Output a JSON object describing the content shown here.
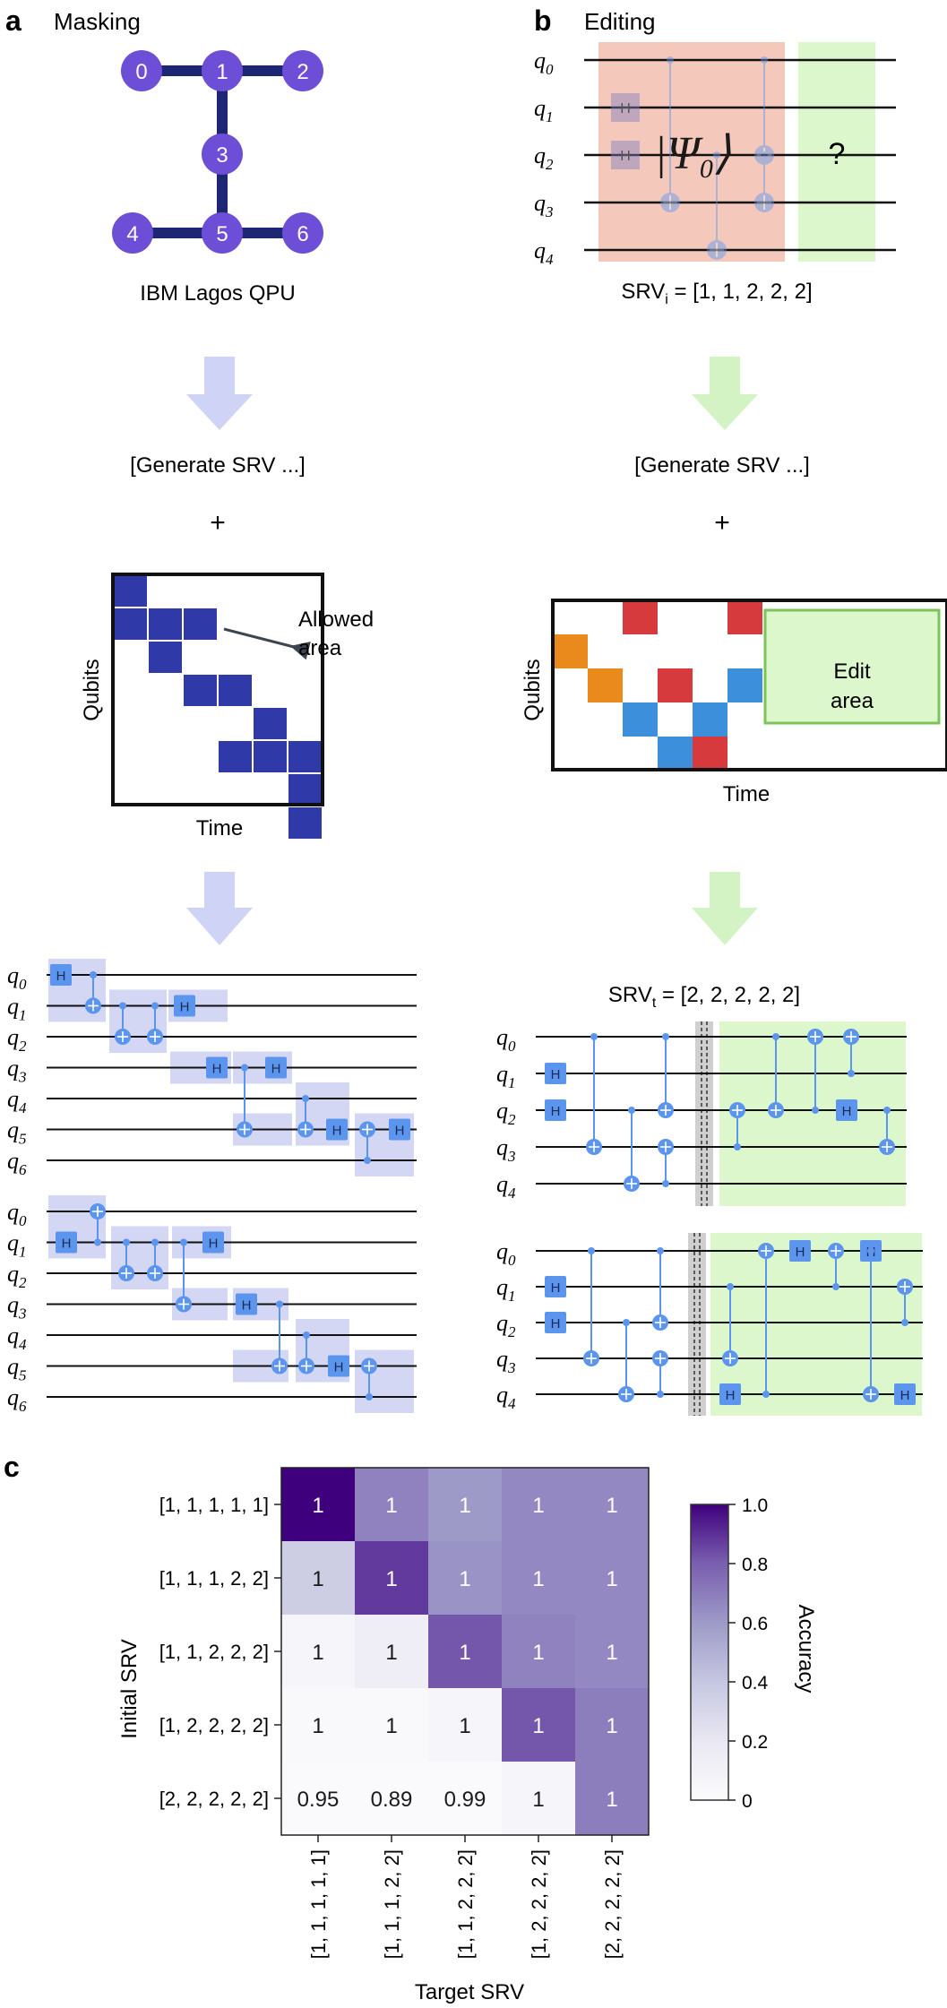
{
  "panel_a": {
    "letter": "a",
    "title": "Masking",
    "qpu_label": "IBM Lagos QPU",
    "qpu_nodes": [
      "0",
      "1",
      "2",
      "3",
      "4",
      "5",
      "6"
    ],
    "generate_label": "[Generate SRV ...]",
    "plus": "+",
    "mask_ylabel": "Qubits",
    "mask_xlabel": "Time",
    "allowed_area_label_line1": "Allowed",
    "allowed_area_label_line2": "area",
    "qubit_labels": [
      "0",
      "1",
      "2",
      "3",
      "4",
      "5",
      "6"
    ],
    "gate_h": "H"
  },
  "panel_b": {
    "letter": "b",
    "title": "Editing",
    "qubit_labels": [
      "0",
      "1",
      "2",
      "3",
      "4"
    ],
    "psi_label": "|Ψ0⟩",
    "question": "?",
    "srv_i_label": "SRVi = [1, 1, 2, 2, 2]",
    "srv_i_prefix": "SRV",
    "srv_i_sub": "i",
    "srv_i_value": " = [1, 1, 2, 2, 2]",
    "generate_label": "[Generate SRV ...]",
    "plus": "+",
    "mask_ylabel": "Qubits",
    "mask_xlabel": "Time",
    "edit_area_line1": "Edit",
    "edit_area_line2": "area",
    "srv_t_prefix": "SRV",
    "srv_t_sub": "t",
    "srv_t_value": " = [2, 2, 2, 2, 2]",
    "gate_h": "H"
  },
  "panel_c": {
    "letter": "c",
    "chart_data": {
      "type": "heatmap",
      "ylabel": "Initial SRV",
      "xlabel": "Target SRV",
      "colorbar_label": "Accuracy",
      "colorbar_ticks": [
        "0",
        "0.2",
        "0.4",
        "0.6",
        "0.8",
        "1.0"
      ],
      "rows": [
        "[1, 1, 1, 1, 1]",
        "[1, 1, 1, 2, 2]",
        "[1, 1, 2, 2, 2]",
        "[1, 2, 2, 2, 2]",
        "[2, 2, 2, 2, 2]"
      ],
      "cols": [
        "[1, 1, 1, 1, 1]",
        "[1, 1, 1, 2, 2]",
        "[1, 1, 2, 2, 2]",
        "[1, 2, 2, 2, 2]",
        "[2, 2, 2, 2, 2]"
      ],
      "cell_labels": [
        [
          "1",
          "1",
          "1",
          "1",
          "1"
        ],
        [
          "1",
          "1",
          "1",
          "1",
          "1"
        ],
        [
          "1",
          "1",
          "1",
          "1",
          "1"
        ],
        [
          "1",
          "1",
          "1",
          "1",
          "1"
        ],
        [
          "0.95",
          "0.89",
          "0.99",
          "1",
          "1"
        ]
      ],
      "color_values": [
        [
          1.0,
          0.68,
          0.6,
          0.66,
          0.66
        ],
        [
          0.36,
          0.88,
          0.62,
          0.66,
          0.66
        ],
        [
          0.06,
          0.14,
          0.82,
          0.68,
          0.66
        ],
        [
          0.03,
          0.03,
          0.06,
          0.82,
          0.7
        ],
        [
          0.02,
          0.02,
          0.02,
          0.06,
          0.7
        ]
      ],
      "colormap": "Purples"
    }
  },
  "colors": {
    "node_purple": "#6d4ed6",
    "edge_navy": "#1d2675",
    "arrow_lavender": "#cfd3f6",
    "arrow_green": "#d3f3c4",
    "mask_blue": "#2f3aa8",
    "gate_blue": "#5b95ee",
    "gate_box": "#c9cdf0",
    "edit_green": "#dcf7cc",
    "psi_pink": "#f4c9bb",
    "red": "#d63a3c",
    "orange": "#ea8a1c",
    "blue": "#3b8fdb"
  }
}
